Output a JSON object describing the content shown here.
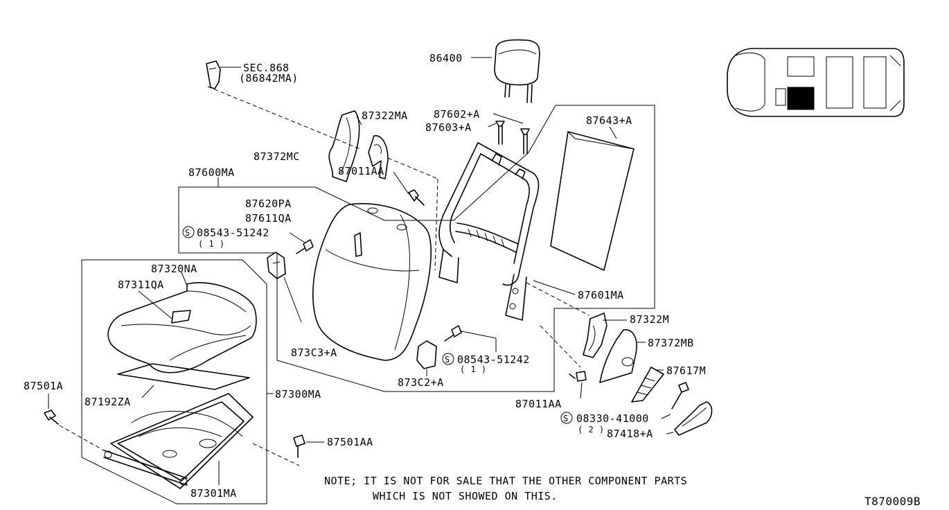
{
  "labels": {
    "sec868": "SEC.868",
    "p86842ma": "(86842MA)",
    "p86400": "86400",
    "p87322ma": "87322MA",
    "p87602a": "87602+A",
    "p87603a": "87603+A",
    "p87643a": "87643+A",
    "p87372mc": "87372MC",
    "p87600ma": "87600MA",
    "p87011aa_top": "87011AA",
    "p87620pa": "87620PA",
    "p87611qa": "87611QA",
    "p08543_top": "08543-51242",
    "qty_top": "( 1 )",
    "p87320na": "87320NA",
    "p87311qa": "87311QA",
    "p87601ma": "87601MA",
    "p87322m": "87322M",
    "p87372mb": "87372MB",
    "p873c3a": "873C3+A",
    "p08543_bottom": "08543-51242",
    "qty_bottom": "( 1 )",
    "p873c2a": "873C2+A",
    "p87617m": "87617M",
    "p87501a": "87501A",
    "p87192za": "87192ZA",
    "p87300ma": "87300MA",
    "p87011aa_bottom": "87011AA",
    "p08330": "08330-41000",
    "qty_08330": "( 2 )",
    "p87418a": "87418+A",
    "p87501aa": "87501AA",
    "p87301ma": "87301MA",
    "screw_symbol": "S",
    "note_line1": "NOTE; IT IS NOT FOR SALE THAT THE OTHER COMPONENT PARTS",
    "note_line2": "WHICH IS NOT SHOWED ON THIS.",
    "diagram_code": "T870009B"
  },
  "icons": {
    "locator": "vehicle-top-view-icon",
    "seat": "seat-assembly-icon"
  },
  "colors": {
    "line": "#000000",
    "background": "#ffffff"
  }
}
